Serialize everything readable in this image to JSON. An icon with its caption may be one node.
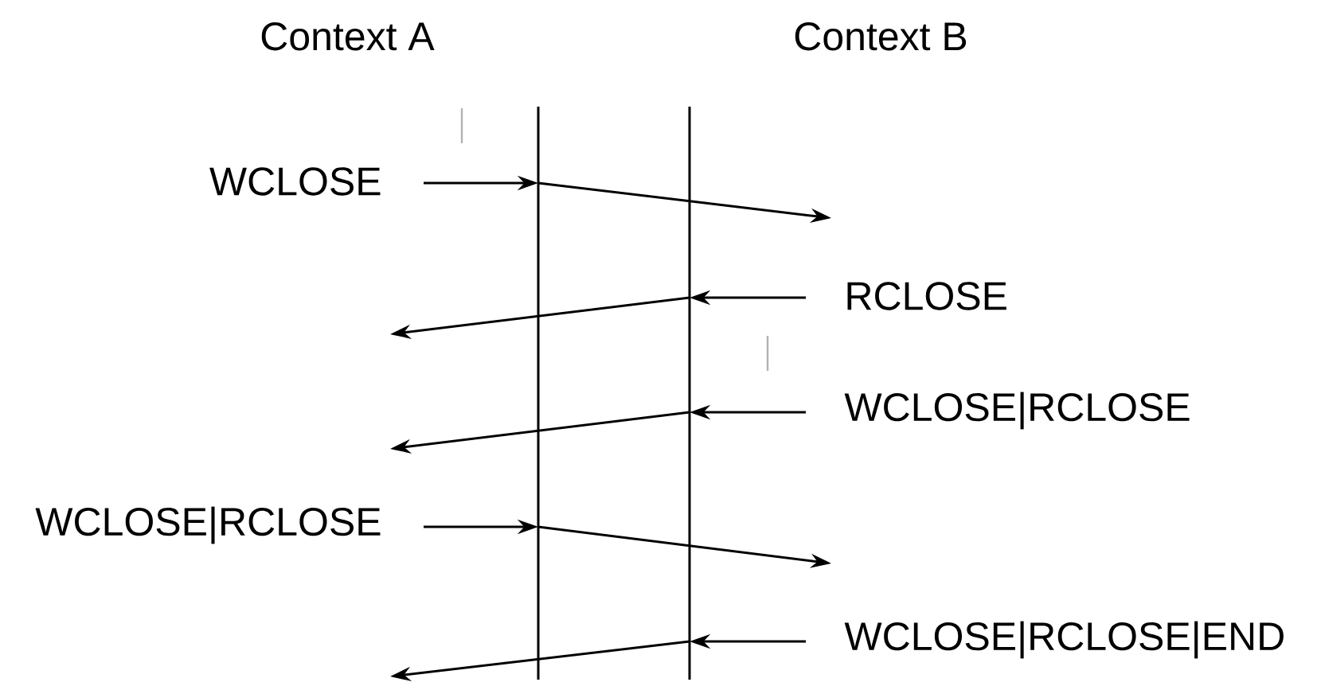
{
  "diagram": {
    "nodes": [
      {
        "text": [
          "Context A"
        ]
      },
      {
        "text": [
          "Context B"
        ]
      }
    ],
    "edges": [
      {
        "from": null,
        "to": 0,
        "arrow": "to",
        "label": "WCLOSE"
      },
      {
        "from": 0,
        "to": 1,
        "arrow": "to"
      },
      {
        "from": null,
        "to": 1,
        "arrow": "to",
        "label": "RCLOSE"
      },
      {
        "from": 1,
        "to": 0,
        "arrow": "to"
      },
      {
        "from": null,
        "to": 1,
        "arrow": "to",
        "label": "WCLOSE|RCLOSE"
      },
      {
        "from": 1,
        "to": 0,
        "arrow": "to"
      },
      {
        "from": null,
        "to": 0,
        "arrow": "to",
        "label": "WCLOSE|RCLOSE"
      },
      {
        "from": 0,
        "to": 1,
        "arrow": "to"
      },
      {
        "from": null,
        "to": 1,
        "arrow": "to",
        "label": "WCLOSE|RCLOSE|END"
      },
      {
        "from": 1,
        "to": 0,
        "arrow": "to"
      }
    ]
  }
}
